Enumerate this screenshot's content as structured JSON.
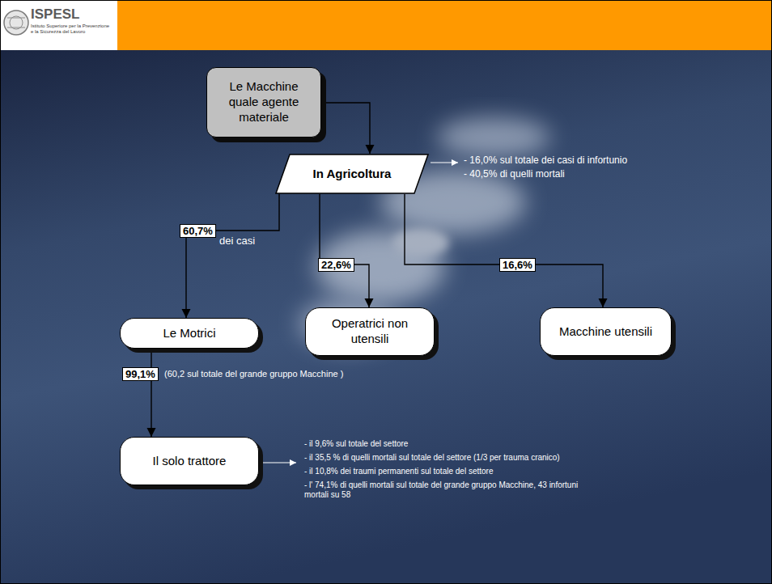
{
  "diagram": {
    "nodes": [
      {
        "text": [
          "Le Macchine quale agente materiale"
        ]
      },
      {
        "text": [
          "In Agricoltura"
        ]
      },
      {
        "text": [
          "Le Motrici"
        ]
      },
      {
        "text": [
          "Operatrici non utensili"
        ]
      },
      {
        "text": [
          "Macchine utensili"
        ]
      },
      {
        "text": [
          "Il solo trattore"
        ]
      }
    ],
    "edges": [
      {
        "from": 0,
        "to": 1,
        "arrow": "to"
      },
      {
        "from": 1,
        "to": 2,
        "label": "60,7%",
        "arrow": "to"
      },
      {
        "from": 1,
        "to": 3,
        "label": "22,6%",
        "arrow": "to"
      },
      {
        "from": 1,
        "to": 4,
        "label": "16,6%",
        "arrow": "to"
      },
      {
        "from": 2,
        "to": 5,
        "label": "99,1%",
        "arrow": "to"
      }
    ],
    "labels": [
      "ISPESL",
      "Istituto Superiore per la Prevenzione e la Sicurezza del Lavoro",
      "- 16,0% sul totale dei casi di infortunio",
      "- 40,5% di quelli mortali",
      "dei casi",
      "(60,2 sul totale del grande gruppo Macchine )",
      "- il 9,6% sul totale del settore",
      "- il 35,5 % di quelli mortali sul totale del settore (1/3 per trauma cranico)",
      "- il 10,8% dei traumi permanenti sul totale del settore",
      "- l' 74,1% di quelli mortali sul totale del grande gruppo Macchine, 43 infortuni mortali su 58"
    ]
  }
}
